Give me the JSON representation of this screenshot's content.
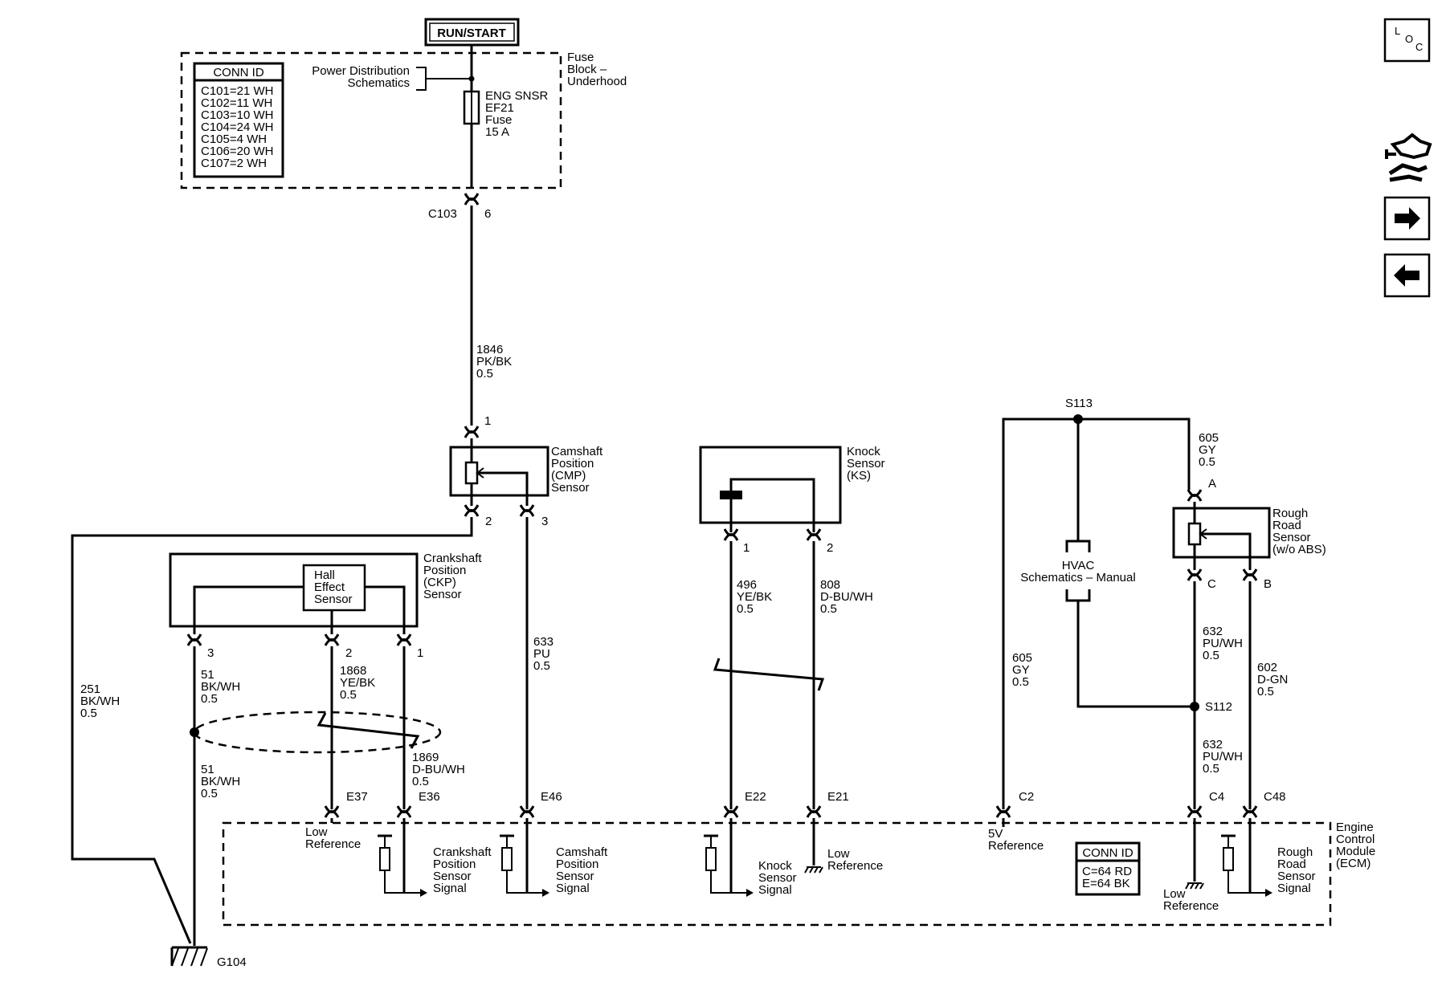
{
  "run_start": "RUN/START",
  "fuse_block": {
    "line1": "Fuse",
    "line2": "Block –",
    "line3": "Underhood"
  },
  "conn_id_top": {
    "title": "CONN ID",
    "rows": [
      "C101=21 WH",
      "C102=11 WH",
      "C103=10 WH",
      "C104=24 WH",
      "C105=4 WH",
      "C106=20 WH",
      "C107=2 WH"
    ]
  },
  "power_distribution": {
    "line1": "Power Distribution",
    "line2": "Schematics"
  },
  "fuse": {
    "line1": "ENG SNSR",
    "line2": "EF21",
    "line3": "Fuse",
    "line4": "15 A"
  },
  "c103": {
    "label": "C103",
    "pin": "6"
  },
  "wire_1846": {
    "num": "1846",
    "color": "PK/BK",
    "gauge": "0.5"
  },
  "cmp": {
    "pin1": "1",
    "pin2": "2",
    "pin3": "3",
    "l1": "Camshaft",
    "l2": "Position",
    "l3": "(CMP)",
    "l4": "Sensor"
  },
  "ckp": {
    "l1": "Crankshaft",
    "l2": "Position",
    "l3": "(CKP)",
    "l4": "Sensor",
    "hall1": "Hall",
    "hall2": "Effect",
    "hall3": "Sensor",
    "pin3": "3",
    "pin2": "2",
    "pin1": "1"
  },
  "wire_251": {
    "num": "251",
    "color": "BK/WH",
    "gauge": "0.5"
  },
  "wire_51a": {
    "num": "51",
    "color": "BK/WH",
    "gauge": "0.5"
  },
  "wire_51b": {
    "num": "51",
    "color": "BK/WH",
    "gauge": "0.5"
  },
  "wire_1868": {
    "num": "1868",
    "color": "YE/BK",
    "gauge": "0.5"
  },
  "wire_1869": {
    "num": "1869",
    "color": "D-BU/WH",
    "gauge": "0.5"
  },
  "wire_633": {
    "num": "633",
    "color": "PU",
    "gauge": "0.5"
  },
  "ks": {
    "l1": "Knock",
    "l2": "Sensor",
    "l3": "(KS)",
    "pin1": "1",
    "pin2": "2"
  },
  "wire_496": {
    "num": "496",
    "color": "YE/BK",
    "gauge": "0.5"
  },
  "wire_808": {
    "num": "808",
    "color": "D-BU/WH",
    "gauge": "0.5"
  },
  "s113": "S113",
  "s112": "S112",
  "wire_605a": {
    "num": "605",
    "color": "GY",
    "gauge": "0.5"
  },
  "wire_605b": {
    "num": "605",
    "color": "GY",
    "gauge": "0.5"
  },
  "hvac": {
    "l1": "HVAC",
    "l2": "Schematics – Manual"
  },
  "rrs": {
    "l1": "Rough",
    "l2": "Road",
    "l3": "Sensor",
    "l4": "(w/o ABS)",
    "pinA": "A",
    "pinC": "C",
    "pinB": "B"
  },
  "wire_632a": {
    "num": "632",
    "color": "PU/WH",
    "gauge": "0.5"
  },
  "wire_632b": {
    "num": "632",
    "color": "PU/WH",
    "gauge": "0.5"
  },
  "wire_602": {
    "num": "602",
    "color": "D-GN",
    "gauge": "0.5"
  },
  "ecm_pins": {
    "e37": "E37",
    "e36": "E36",
    "e46": "E46",
    "e22": "E22",
    "e21": "E21",
    "c2": "C2",
    "c4": "C4",
    "c48": "C48"
  },
  "ecm": {
    "l1": "Engine",
    "l2": "Control",
    "l3": "Module",
    "l4": "(ECM)"
  },
  "ecm_labels": {
    "low_ref1": {
      "l1": "Low",
      "l2": "Reference"
    },
    "ckp_sig": {
      "l1": "Crankshaft",
      "l2": "Position",
      "l3": "Sensor",
      "l4": "Signal"
    },
    "cmp_sig": {
      "l1": "Camshaft",
      "l2": "Position",
      "l3": "Sensor",
      "l4": "Signal"
    },
    "ks_sig": {
      "l1": "Knock",
      "l2": "Sensor",
      "l3": "Signal"
    },
    "low_ref2": {
      "l1": "Low",
      "l2": "Reference"
    },
    "fivev": {
      "l1": "5V",
      "l2": "Reference"
    },
    "low_ref3": {
      "l1": "Low",
      "l2": "Reference"
    },
    "rrs_sig": {
      "l1": "Rough",
      "l2": "Road",
      "l3": "Sensor",
      "l4": "Signal"
    }
  },
  "conn_id_ecm": {
    "title": "CONN ID",
    "rows": [
      "C=64 RD",
      "E=64 BK"
    ]
  },
  "g104": "G104",
  "nav": {
    "loc": {
      "l": "L",
      "o": "O",
      "c": "C"
    },
    "icons": [
      "vehicle-path-icon",
      "arrow-right-icon",
      "arrow-left-icon"
    ]
  }
}
